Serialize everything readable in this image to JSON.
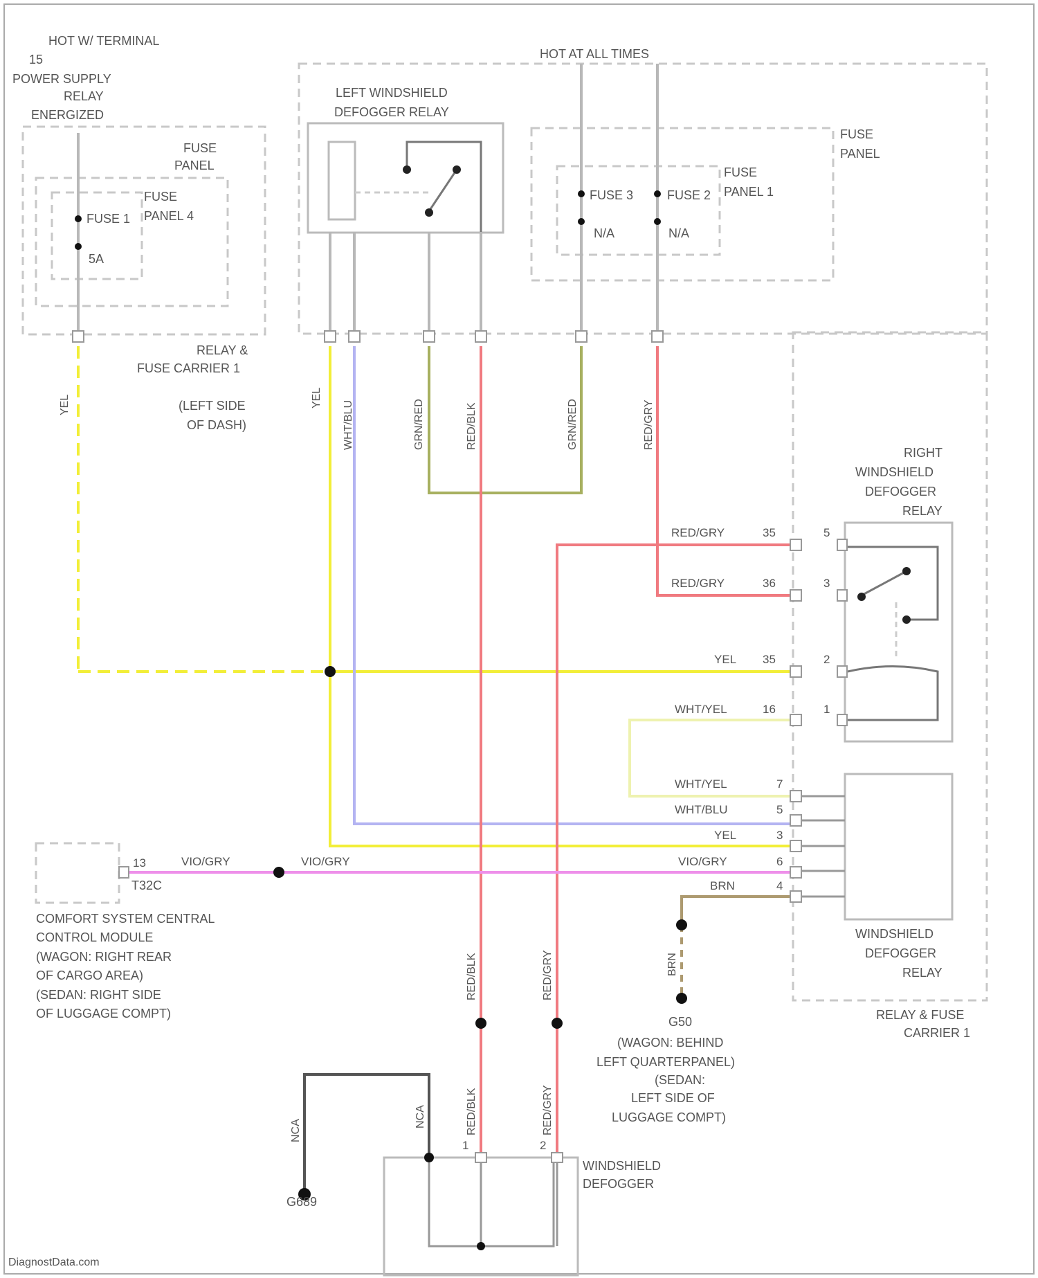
{
  "colors": {
    "yellow": "#f2ee38",
    "blue": "#b4b4f2",
    "red": "#f07a80",
    "olive": "#a7b060",
    "lightyellow": "#eef2b0",
    "pink": "#ee90ea",
    "brown": "#ad9a70",
    "black": "#555555",
    "grey": "#b8b8b8",
    "dash": "#c8c8c8"
  },
  "labels": {
    "hot_w_terminal": "HOT W/ TERMINAL",
    "fifteen": "15",
    "power_supply": "POWER SUPPLY",
    "relay_word": "RELAY",
    "energized": "ENERGIZED",
    "fuse": "FUSE",
    "panel": "PANEL",
    "fuse_1": "FUSE 1",
    "panel_4": "PANEL 4",
    "five_a": "5A",
    "relay_amp": "RELAY &",
    "fuse_carrier_1": "FUSE CARRIER 1",
    "left_side": "(LEFT SIDE",
    "of_dash": "OF DASH)",
    "hot_at_all_times": "HOT AT ALL TIMES",
    "left_windshield": "LEFT WINDSHIELD",
    "defogger_relay": "DEFOGGER RELAY",
    "fuse_3": "FUSE 3",
    "fuse_2": "FUSE 2",
    "panel_1": "PANEL 1",
    "nine_a": "N/A",
    "right": "RIGHT",
    "windshield": "WINDSHIELD",
    "defogger": "DEFOGGER",
    "relay": "RELAY",
    "relay_fuse_carrier_1": "RELAY & FUSE",
    "carrier_1": "CARRIER 1",
    "comfort_1": "COMFORT SYSTEM CENTRAL",
    "comfort_2": "CONTROL MODULE",
    "comfort_3": "(WAGON: RIGHT REAR",
    "comfort_4": "OF CARGO AREA)",
    "comfort_5": "(SEDAN: RIGHT SIDE",
    "comfort_6": "OF LUGGAGE COMPT)",
    "t32c": "T32C",
    "g_label": "G50",
    "g_1": "(WAGON: BEHIND",
    "g_2": "LEFT QUARTERPANEL)",
    "g_3": "(SEDAN:",
    "g_4": "LEFT SIDE OF",
    "g_5": "LUGGAGE COMPT)",
    "g_bottom": "G689",
    "windshield_defogger": "WINDSHIELD",
    "defogger_word": "DEFOGGER",
    "watermark": "DiagnostData.com"
  },
  "wires": {
    "yel": "YEL",
    "wht_blu": "WHT/BLU",
    "grn_red": "GRN/RED",
    "red_blk": "RED/BLK",
    "red_gry": "RED/GRY",
    "wht_yel": "WHT/YEL",
    "vio_gry": "VIO/GRY",
    "brn": "BRN",
    "nca": "NCA"
  },
  "pins": {
    "p1": "1",
    "p2": "2",
    "p3": "3",
    "p4": "4",
    "p5": "5",
    "p6": "6",
    "p7": "7",
    "p13": "13",
    "p16": "16",
    "p35": "35",
    "p36": "36"
  }
}
